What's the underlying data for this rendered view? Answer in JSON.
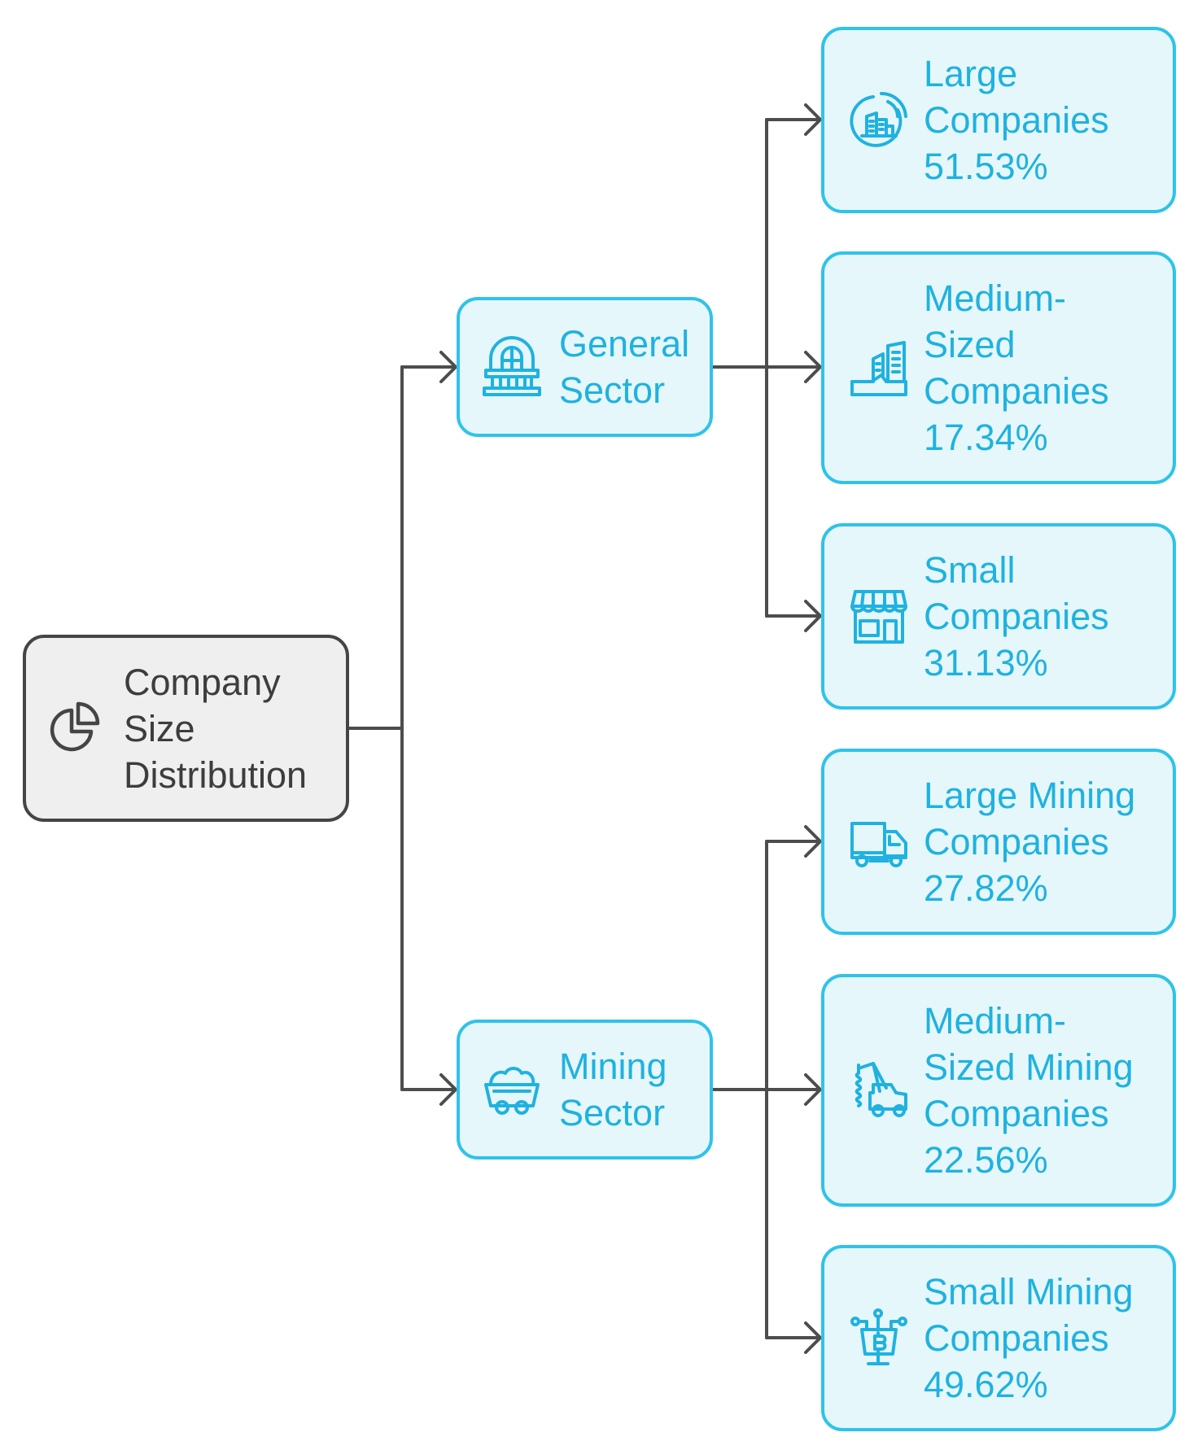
{
  "colors": {
    "root_fill": "#efefef",
    "root_stroke": "#454545",
    "root_text": "#3d3d3d",
    "node_fill": "#e6f7fc",
    "node_stroke": "#2fc3ea",
    "node_text": "#1fb2e0",
    "connector": "#4d4d4d"
  },
  "root": {
    "icon": "pie-chart-icon",
    "lines": [
      "Company",
      "Size",
      "Distribution"
    ]
  },
  "sectors": [
    {
      "id": "general",
      "icon": "bank-building-icon",
      "lines": [
        "General",
        "Sector"
      ],
      "companies": [
        {
          "icon": "city-globe-icon",
          "lines": [
            "Large",
            "Companies",
            "51.53%"
          ]
        },
        {
          "icon": "office-buildings-icon",
          "lines": [
            "Medium-",
            "Sized",
            "Companies",
            "17.34%"
          ]
        },
        {
          "icon": "storefront-icon",
          "lines": [
            "Small",
            "Companies",
            "31.13%"
          ]
        }
      ]
    },
    {
      "id": "mining",
      "icon": "mine-cart-icon",
      "lines": [
        "Mining",
        "Sector"
      ],
      "companies": [
        {
          "icon": "truck-icon",
          "lines": [
            "Large Mining",
            "Companies",
            "27.82%"
          ]
        },
        {
          "icon": "drill-rig-icon",
          "lines": [
            "Medium-",
            "Sized Mining",
            "Companies",
            "22.56%"
          ]
        },
        {
          "icon": "crypto-mining-icon",
          "lines": [
            "Small Mining",
            "Companies",
            "49.62%"
          ]
        }
      ]
    }
  ]
}
